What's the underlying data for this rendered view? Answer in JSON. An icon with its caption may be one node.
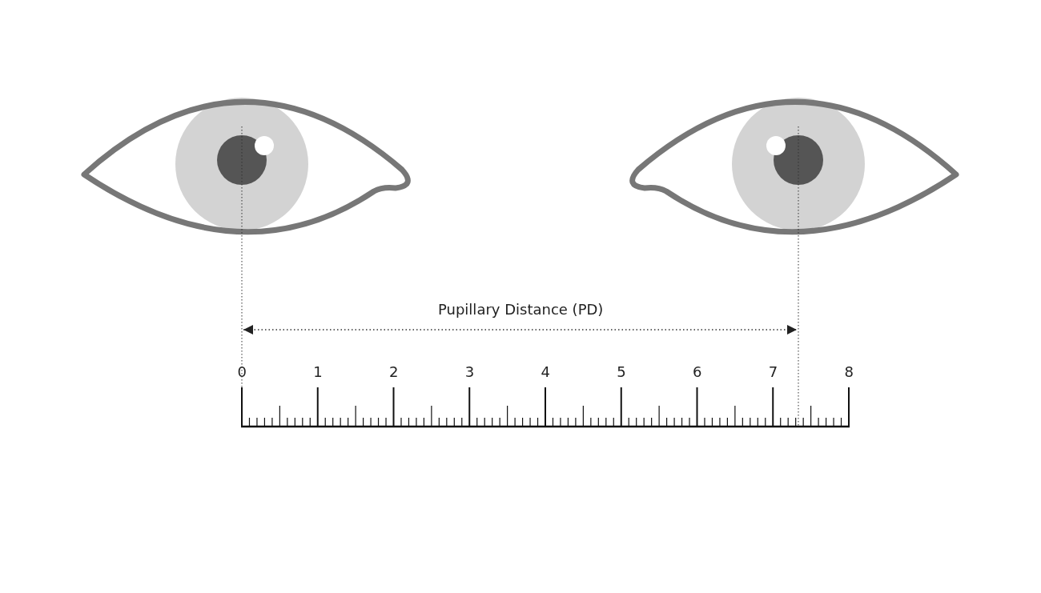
{
  "diagram": {
    "labels": [
      "Pupillary Distance (PD)",
      "0",
      "1",
      "2",
      "3",
      "4",
      "5",
      "6",
      "7",
      "8"
    ]
  }
}
